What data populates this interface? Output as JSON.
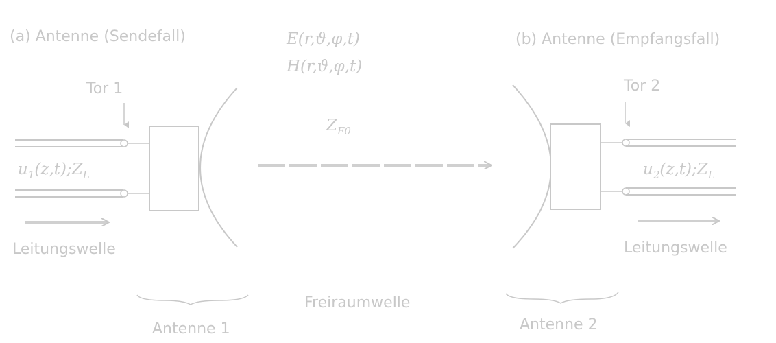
{
  "left": {
    "heading": "(a) Antenne (Sendefall)",
    "port_label": "Tor 1",
    "signal_main": "u",
    "signal_sub": "1",
    "signal_args": "(z,t);",
    "impedance_main": "Z",
    "impedance_sub": "L",
    "wave_label": "Leitungswelle",
    "antenna_label": "Antenne 1"
  },
  "right": {
    "heading": "(b) Antenne (Empfangsfall)",
    "port_label": "Tor 2",
    "signal_main": "u",
    "signal_sub": "2",
    "signal_args": "(z,t);",
    "impedance_main": "Z",
    "impedance_sub": "L",
    "wave_label": "Leitungswelle",
    "antenna_label": "Antenne 2"
  },
  "center": {
    "e_field": "E(r,ϑ,φ,t)",
    "h_field": "H(r,ϑ,φ,t)",
    "impedance_main": "Z",
    "impedance_sub": "F0",
    "wave_label": "Freiraumwelle"
  },
  "colors": {
    "stroke": "#c8c8c8",
    "background": "#ffffff"
  }
}
